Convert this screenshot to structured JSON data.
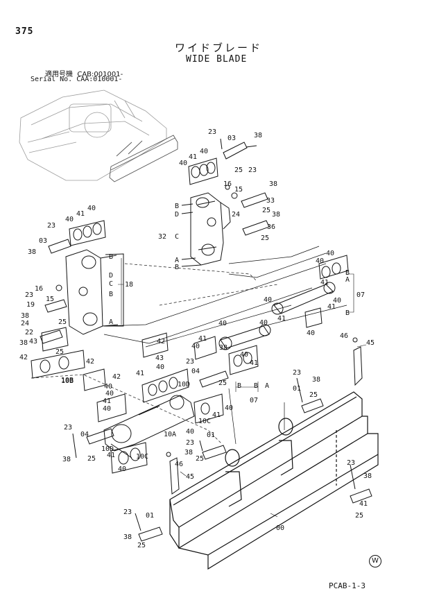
{
  "page_number": "375",
  "title_jp": "ワイドブレード",
  "title_en": "WIDE BLADE",
  "serial_jp": "適用号機  CAB:001001-",
  "serial_en": "Serial No. CAA:010001-",
  "footer_code": "PCAB-1-3",
  "watermark_symbol": "W",
  "callouts": [
    {
      "id": "c1",
      "text": "23"
    },
    {
      "id": "c2",
      "text": "03"
    },
    {
      "id": "c3",
      "text": "38"
    },
    {
      "id": "c4",
      "text": "41"
    },
    {
      "id": "c5",
      "text": "40"
    },
    {
      "id": "c6",
      "text": "40"
    },
    {
      "id": "c7",
      "text": "25"
    },
    {
      "id": "c8",
      "text": "23"
    },
    {
      "id": "c9",
      "text": "38"
    },
    {
      "id": "c10",
      "text": "16"
    },
    {
      "id": "c11",
      "text": "15"
    },
    {
      "id": "c12",
      "text": "33"
    },
    {
      "id": "c13",
      "text": "25"
    },
    {
      "id": "c14",
      "text": "38"
    },
    {
      "id": "c15",
      "text": "24"
    },
    {
      "id": "c16",
      "text": "36"
    },
    {
      "id": "c17",
      "text": "25"
    },
    {
      "id": "c18",
      "text": "B"
    },
    {
      "id": "c19",
      "text": "D"
    },
    {
      "id": "c20",
      "text": "32"
    },
    {
      "id": "c21",
      "text": "C"
    },
    {
      "id": "c22",
      "text": "A"
    },
    {
      "id": "c23",
      "text": "B"
    },
    {
      "id": "c24",
      "text": "40"
    },
    {
      "id": "c25",
      "text": "41"
    },
    {
      "id": "c26",
      "text": "23"
    },
    {
      "id": "c27",
      "text": "40"
    },
    {
      "id": "c28",
      "text": "03"
    },
    {
      "id": "c29",
      "text": "38"
    },
    {
      "id": "c30",
      "text": "B"
    },
    {
      "id": "c31",
      "text": "D"
    },
    {
      "id": "c32",
      "text": "C"
    },
    {
      "id": "c33",
      "text": "18"
    },
    {
      "id": "c34",
      "text": "B"
    },
    {
      "id": "c35",
      "text": "23"
    },
    {
      "id": "c36",
      "text": "16"
    },
    {
      "id": "c37",
      "text": "15"
    },
    {
      "id": "c38",
      "text": "19"
    },
    {
      "id": "c39",
      "text": "38"
    },
    {
      "id": "c40",
      "text": "24"
    },
    {
      "id": "c41",
      "text": "25"
    },
    {
      "id": "c42",
      "text": "A"
    },
    {
      "id": "c43",
      "text": "22"
    },
    {
      "id": "c44",
      "text": "43"
    },
    {
      "id": "c45",
      "text": "38"
    },
    {
      "id": "c46",
      "text": "25"
    },
    {
      "id": "c47",
      "text": "42"
    },
    {
      "id": "c48",
      "text": "42"
    },
    {
      "id": "c49",
      "text": "10B"
    },
    {
      "id": "c50",
      "text": "42"
    },
    {
      "id": "c51",
      "text": "43"
    },
    {
      "id": "c52",
      "text": "40"
    },
    {
      "id": "c53",
      "text": "41"
    },
    {
      "id": "c54",
      "text": "40"
    },
    {
      "id": "c55",
      "text": "B"
    },
    {
      "id": "c56",
      "text": "A"
    },
    {
      "id": "c57",
      "text": "07"
    },
    {
      "id": "c58",
      "text": "40"
    },
    {
      "id": "c59",
      "text": "41"
    },
    {
      "id": "c60",
      "text": "40"
    },
    {
      "id": "c61",
      "text": "40"
    },
    {
      "id": "c62",
      "text": "41"
    },
    {
      "id": "c63",
      "text": "B"
    },
    {
      "id": "c64",
      "text": "40"
    },
    {
      "id": "c65",
      "text": "40"
    },
    {
      "id": "c66",
      "text": "41"
    },
    {
      "id": "c67",
      "text": "40"
    },
    {
      "id": "c68",
      "text": "38"
    },
    {
      "id": "c69",
      "text": "23"
    },
    {
      "id": "c70",
      "text": "04"
    },
    {
      "id": "c71",
      "text": "25"
    },
    {
      "id": "c72",
      "text": "40"
    },
    {
      "id": "c73",
      "text": "41"
    },
    {
      "id": "c74",
      "text": "B"
    },
    {
      "id": "c75",
      "text": "B"
    },
    {
      "id": "c76",
      "text": "A"
    },
    {
      "id": "c77",
      "text": "07"
    },
    {
      "id": "c78",
      "text": "46"
    },
    {
      "id": "c79",
      "text": "45"
    },
    {
      "id": "c80",
      "text": "10B"
    },
    {
      "id": "c81",
      "text": "42"
    },
    {
      "id": "c82",
      "text": "40"
    },
    {
      "id": "c83",
      "text": "41"
    },
    {
      "id": "c84",
      "text": "40"
    },
    {
      "id": "c85",
      "text": "10D"
    },
    {
      "id": "c86",
      "text": "40"
    },
    {
      "id": "c87",
      "text": "41"
    },
    {
      "id": "c88",
      "text": "40"
    },
    {
      "id": "c89",
      "text": "10C"
    },
    {
      "id": "c90",
      "text": "41"
    },
    {
      "id": "c91",
      "text": "40"
    },
    {
      "id": "c92",
      "text": "23"
    },
    {
      "id": "c93",
      "text": "01"
    },
    {
      "id": "c94",
      "text": "38"
    },
    {
      "id": "c95",
      "text": "25"
    },
    {
      "id": "c96",
      "text": "23"
    },
    {
      "id": "c97",
      "text": "04"
    },
    {
      "id": "c98",
      "text": "10A"
    },
    {
      "id": "c99",
      "text": "40"
    },
    {
      "id": "c100",
      "text": "23"
    },
    {
      "id": "c101",
      "text": "01"
    },
    {
      "id": "c102",
      "text": "38"
    },
    {
      "id": "c103",
      "text": "25"
    },
    {
      "id": "c104",
      "text": "38"
    },
    {
      "id": "c105",
      "text": "25"
    },
    {
      "id": "c106",
      "text": "10D"
    },
    {
      "id": "c107",
      "text": "41"
    },
    {
      "id": "c108",
      "text": "10C"
    },
    {
      "id": "c109",
      "text": "40"
    },
    {
      "id": "c110",
      "text": "46"
    },
    {
      "id": "c111",
      "text": "45"
    },
    {
      "id": "c112",
      "text": "23"
    },
    {
      "id": "c113",
      "text": "38"
    },
    {
      "id": "c114",
      "text": "41"
    },
    {
      "id": "c115",
      "text": "25"
    },
    {
      "id": "c116",
      "text": "23"
    },
    {
      "id": "c117",
      "text": "01"
    },
    {
      "id": "c118",
      "text": "38"
    },
    {
      "id": "c119",
      "text": "25"
    },
    {
      "id": "c120",
      "text": "00"
    }
  ]
}
